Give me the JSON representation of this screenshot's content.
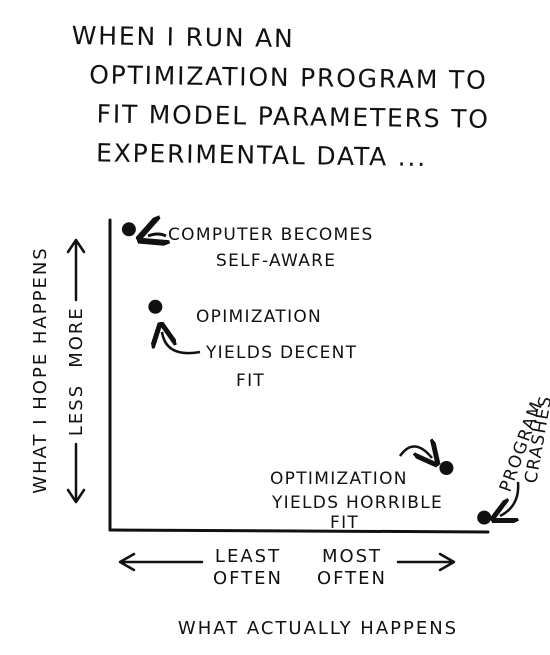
{
  "title_lines": [
    "When I Run an",
    "Optimization Program to",
    "Fit Model Parameters to",
    "Experimental Data ..."
  ],
  "chart_data": {
    "type": "scatter",
    "xlabel": "WHAT ACTUALLY HAPPENS",
    "ylabel": "WHAT I HOPE HAPPENS",
    "x_direction_labels": {
      "left": "LEAST OFTEN",
      "right": "MOST OFTEN"
    },
    "y_direction_labels": {
      "bottom": "LESS",
      "top": "MORE"
    },
    "xlim": [
      0,
      1
    ],
    "ylim": [
      0,
      1
    ],
    "grid": false,
    "points": [
      {
        "label_lines": [
          "COMPUTER BECOMES",
          "SELF-AWARE"
        ],
        "x": 0.05,
        "y": 0.97
      },
      {
        "label_lines": [
          "OPIMIZATION",
          "YIELDS DECENT",
          "FIT"
        ],
        "x": 0.12,
        "y": 0.72
      },
      {
        "label_lines": [
          "OPTIMIZATION",
          "YIELDS HORRIBLE",
          "FIT"
        ],
        "x": 0.89,
        "y": 0.2
      },
      {
        "label_lines": [
          "PROGRAM",
          "CRASHES"
        ],
        "x": 0.99,
        "y": 0.04
      }
    ]
  }
}
